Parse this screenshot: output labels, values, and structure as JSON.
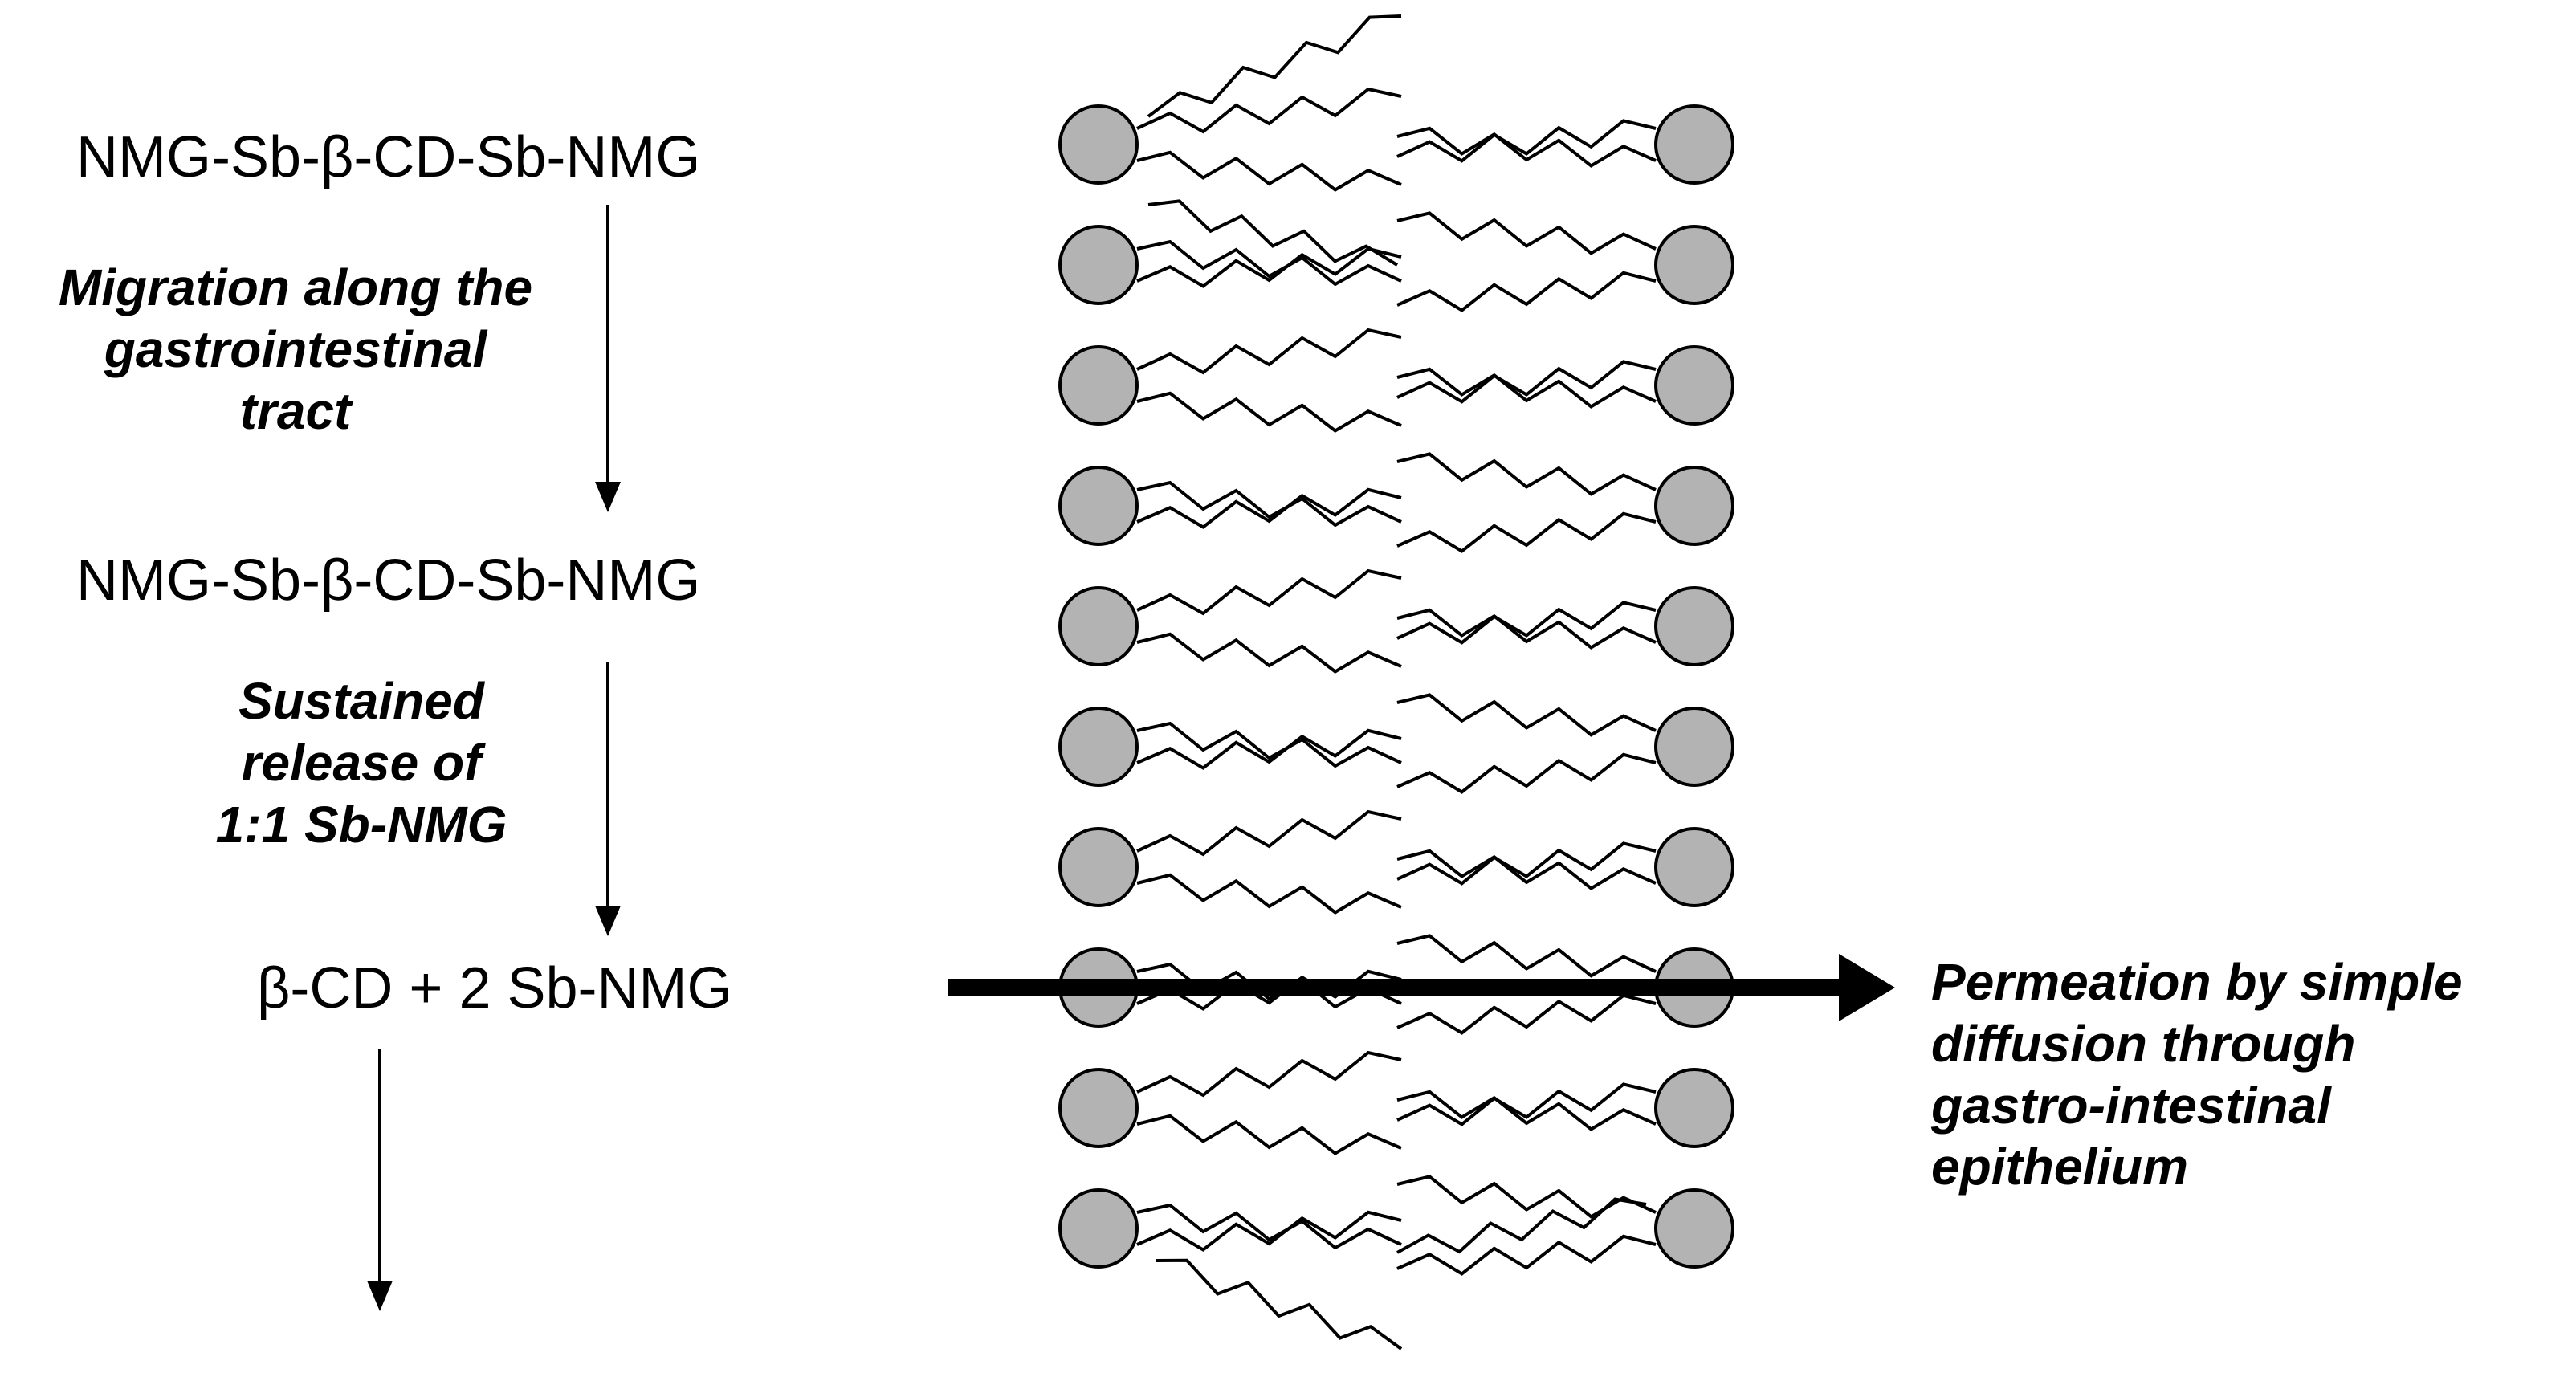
{
  "steps": {
    "formula_top": "NMG-Sb-β-CD-Sb-NMG",
    "migration": [
      "Migration along the",
      "gastrointestinal",
      "tract"
    ],
    "formula_middle": "NMG-Sb-β-CD-Sb-NMG",
    "release": [
      "Sustained",
      "release of",
      "1:1 Sb-NMG"
    ],
    "products": "β-CD + 2 Sb-NMG"
  },
  "outcome": [
    "Permeation by simple",
    "diffusion through",
    "gastro-intestinal",
    "epithelium"
  ],
  "membrane": {
    "lipid_rows": 10,
    "head_color": "#b3b3b3",
    "outline_color": "#000000"
  }
}
